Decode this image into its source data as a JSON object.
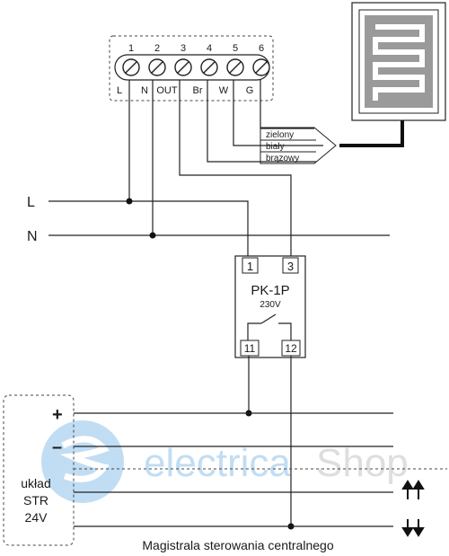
{
  "terminal_block": {
    "numbers": [
      "1",
      "2",
      "3",
      "4",
      "5",
      "6"
    ],
    "labels": [
      "L",
      "N",
      "OUT",
      "Br",
      "W",
      "G"
    ]
  },
  "cable_wires": [
    "zielony",
    "biały",
    "brązowy"
  ],
  "lines": {
    "l": "L",
    "n": "N"
  },
  "relay": {
    "name": "PK-1P",
    "voltage": "230V",
    "pin_top_left": "1",
    "pin_top_right": "3",
    "pin_bottom_left": "11",
    "pin_bottom_right": "12"
  },
  "str_unit": {
    "plus": "+",
    "minus": "–",
    "line1": "układ",
    "line2": "STR",
    "line3": "24V"
  },
  "bus_label": "Magistrala sterowania centralnego",
  "watermark": "electricaShop",
  "colors": {
    "wire": "#222222",
    "watermark_blue": "#8fc3ea",
    "watermark_gray": "#c4c4c4",
    "sensor_gray": "#9a9a9a"
  }
}
